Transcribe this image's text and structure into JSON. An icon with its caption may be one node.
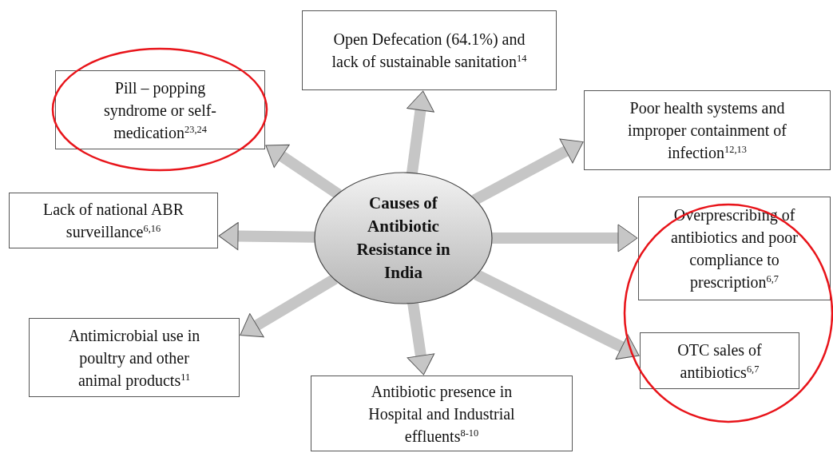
{
  "diagram": {
    "nodes": [
      {
        "text": [
          "Causes of Antibiotic Resistance in India"
        ]
      },
      {
        "text": [
          "Open Defecation (64.1%) and lack of sustainable sanitation$^{14}$"
        ]
      },
      {
        "text": [
          "Pill – popping syndrome or self-medication$^{23,24}$"
        ]
      },
      {
        "text": [
          "Poor health systems and improper containment of infection$^{12,13}$"
        ]
      },
      {
        "text": [
          "Lack of national ABR surveillance$^{6,16}$"
        ]
      },
      {
        "text": [
          "Overprescribing of antibiotics and poor compliance to prescription$^{6,7}$"
        ]
      },
      {
        "text": [
          "Antimicrobial use in poultry and other animal products$^{11}$"
        ]
      },
      {
        "text": [
          "OTC sales of antibiotics$^{6,7}$"
        ]
      },
      {
        "text": [
          "Antibiotic presence  in Hospital and Industrial effluents$^{8-10}$"
        ]
      }
    ],
    "edges": [
      {
        "from": 0,
        "to": 1,
        "arrow": "to"
      },
      {
        "from": 0,
        "to": 2,
        "arrow": "to"
      },
      {
        "from": 0,
        "to": 3,
        "arrow": "to"
      },
      {
        "from": 0,
        "to": 4,
        "arrow": "to"
      },
      {
        "from": 0,
        "to": 5,
        "arrow": "to"
      },
      {
        "from": 0,
        "to": 6,
        "arrow": "to"
      },
      {
        "from": 0,
        "to": 7,
        "arrow": "to"
      },
      {
        "from": 0,
        "to": 8,
        "arrow": "to"
      }
    ]
  }
}
